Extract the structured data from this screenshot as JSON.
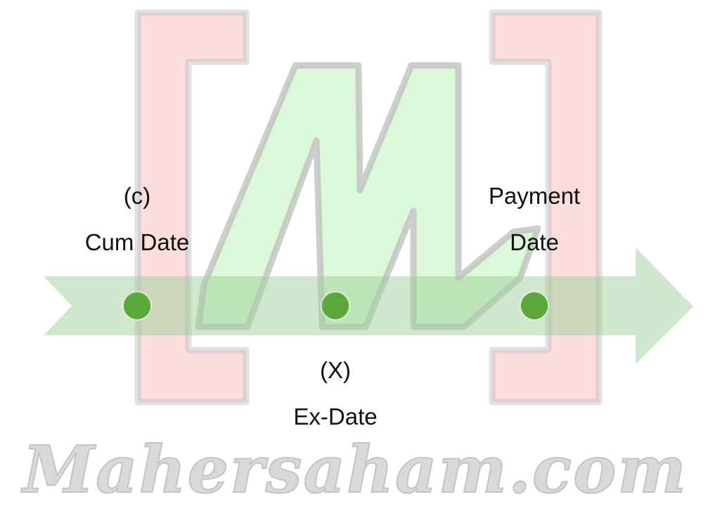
{
  "timeline": {
    "points": [
      {
        "id": "cum",
        "symbol": "(c)",
        "name": "Cum Date"
      },
      {
        "id": "ex",
        "symbol": "(X)",
        "name": "Ex-Date"
      },
      {
        "id": "payment",
        "name_line1": "Payment",
        "name_line2": "Date"
      }
    ]
  },
  "watermark": {
    "logo_letter": "M",
    "text": "Mahersaham.com"
  },
  "colors": {
    "arrow": "#9fd09a",
    "point": "#5aa83a",
    "bracket": "#f8b4b4",
    "logo_fill": "#ccf5c8",
    "logo_outline": "#bdbdbd",
    "watermark_text": "#d9d9d9"
  }
}
